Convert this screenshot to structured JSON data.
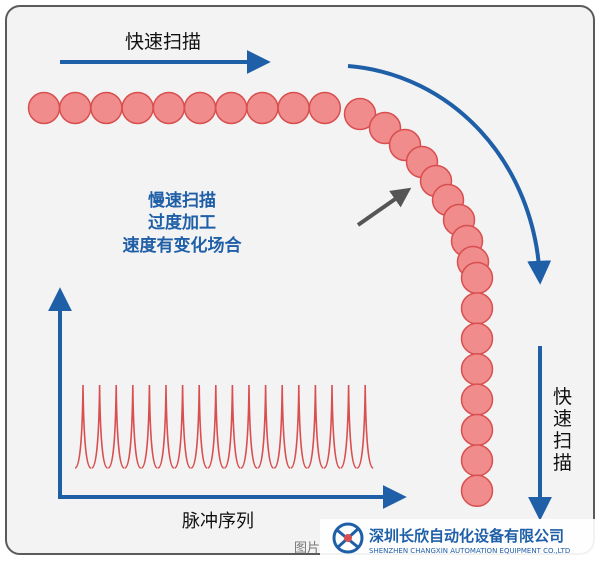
{
  "labels": {
    "fast_scan_top": "快速扫描",
    "fast_scan_side_chars": [
      "快",
      "速",
      "扫",
      "描"
    ],
    "corner_note": [
      "慢速扫描",
      "过度加工",
      "速度有变化场合"
    ],
    "pulse_sequence": "脉冲序列"
  },
  "watermark": {
    "caption": "图片",
    "company_cn": "深圳长欣自动化设备有限公司",
    "company_en": "SHENZHEN CHANGXIN AUTOMATION EQUIPMENT CO.,LTD"
  },
  "colors": {
    "panel_bg": "#f3f3f3",
    "panel_border": "#5a5a5a",
    "arrow_blue": "#1f5fa8",
    "note_blue": "#1f5fa8",
    "dot_fill": "#f08c8c",
    "dot_stroke": "#d94f4f",
    "pulse": "#d94f4f",
    "pointer_gray": "#555555",
    "text_dark": "#111111"
  },
  "icons": {
    "logo": "changxin-logo-icon"
  }
}
